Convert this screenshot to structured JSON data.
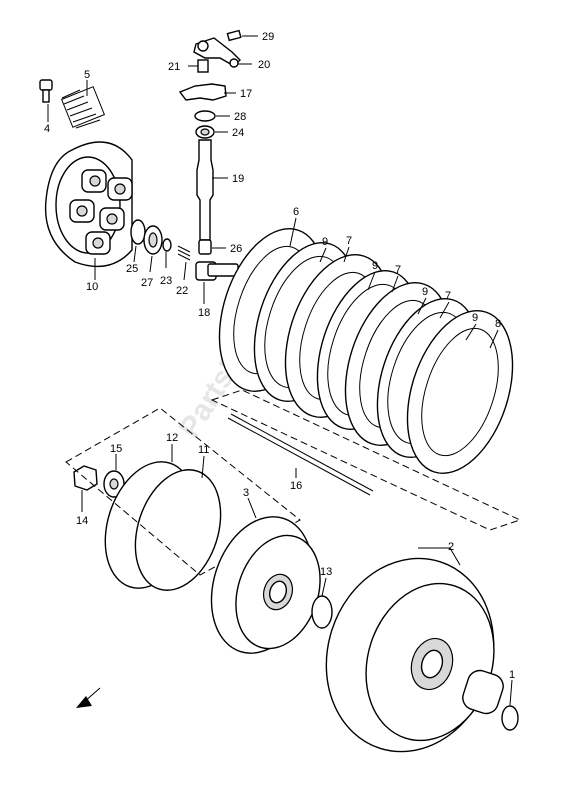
{
  "diagram": {
    "watermark": "PartsRepublik",
    "callouts": {
      "p1": "1",
      "p2": "2",
      "p3": "3",
      "p4": "4",
      "p5": "5",
      "p6": "6",
      "p7a": "7",
      "p7b": "7",
      "p7c": "7",
      "p8": "8",
      "p9a": "9",
      "p9b": "9",
      "p9c": "9",
      "p9d": "9",
      "p10": "10",
      "p11": "11",
      "p12": "12",
      "p13": "13",
      "p14": "14",
      "p15": "15",
      "p16": "16",
      "p17": "17",
      "p18": "18",
      "p19": "19",
      "p20": "20",
      "p21": "21",
      "p22": "22",
      "p23": "23",
      "p24": "24",
      "p25": "25",
      "p26": "26",
      "p27": "27",
      "p28": "28",
      "p29": "29"
    },
    "direction_arrow": "front-arrow-icon"
  }
}
